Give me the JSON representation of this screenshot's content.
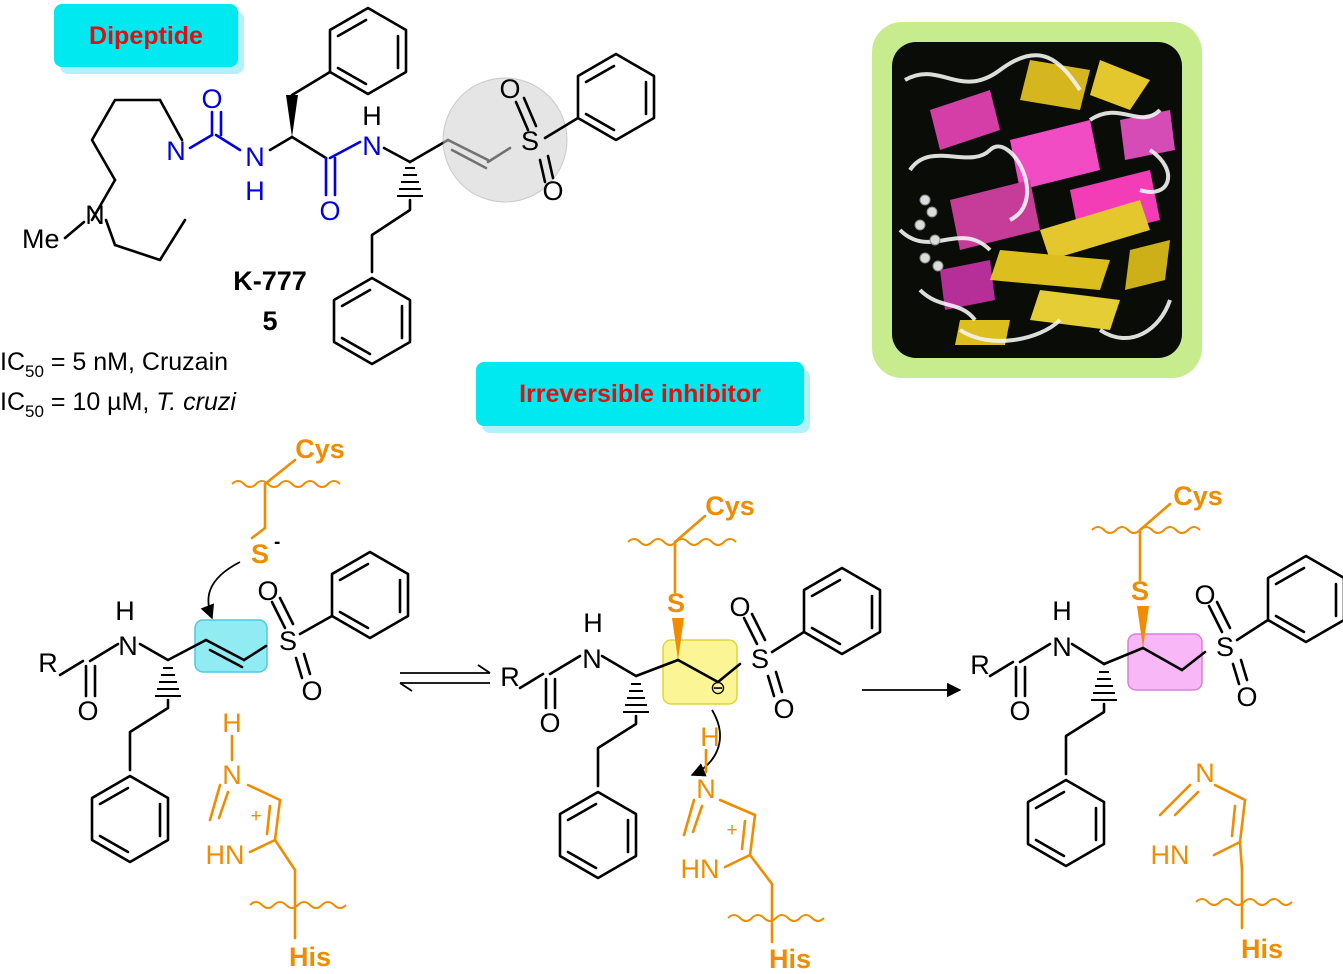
{
  "badges": {
    "top_left": "Dipeptide",
    "middle": "Irreversible inhibitor"
  },
  "compound": {
    "name": "K-777",
    "number": "5",
    "ic50_cruzain": {
      "prefix": "IC",
      "sub": "50",
      "value": " = 5 nM, Cruzain"
    },
    "ic50_tcruzi": {
      "prefix": "IC",
      "sub": "50",
      "value": " = 10 µM, ",
      "organism": "T. cruzi"
    }
  },
  "atoms": {
    "O": "O",
    "N": "N",
    "H": "H",
    "S": "S",
    "Me": "Me",
    "R": "R",
    "HN": "HN",
    "plus": "+"
  },
  "residues": {
    "cys": "Cys",
    "his": "His",
    "thiolate": "S",
    "thiolate_charge": "-",
    "sulfur": "S",
    "carbanion_charge": "⊖"
  },
  "colors": {
    "heteroatom_blue": "#0000e0",
    "residue_orange": "#f08c00",
    "badge_red": "#e01010",
    "badge_cyan": "#00e8f0",
    "highlight_cyan": "#7ee8f0",
    "highlight_yellow": "#fbf58a",
    "highlight_pink": "#f7a6f5",
    "protein_glow": "#c6ec8e"
  }
}
